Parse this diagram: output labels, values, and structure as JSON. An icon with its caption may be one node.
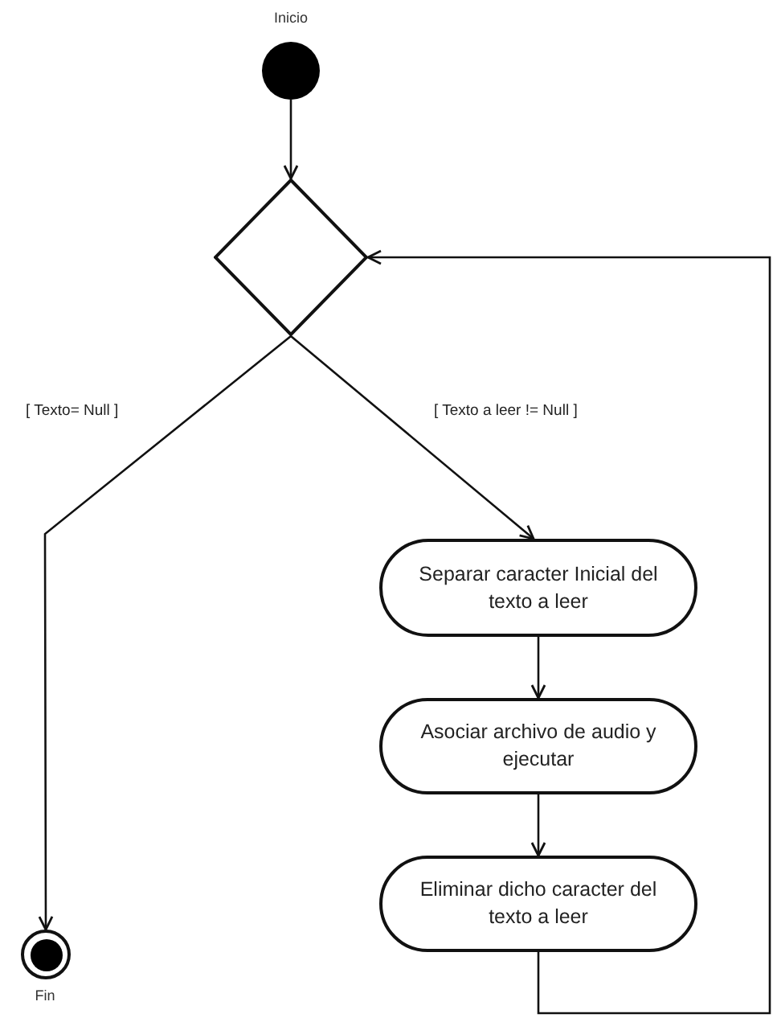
{
  "diagram": {
    "nodes": [
      {
        "text": [],
        "shape": "circle",
        "beside": [
          "Inicio"
        ]
      },
      {
        "text": [],
        "shape": "diamond"
      },
      {
        "text": [
          "Separar caracter Inicial del texto a leer"
        ]
      },
      {
        "text": [
          "Asociar archivo de audio y ejecutar"
        ]
      },
      {
        "text": [
          "Eliminar dicho caracter del texto a leer"
        ]
      },
      {
        "text": [],
        "shape": "circle",
        "beside": [
          "Fin"
        ]
      }
    ],
    "edges": [
      {
        "from": 0,
        "to": 1,
        "arrow": "to"
      },
      {
        "from": 1,
        "to": 5,
        "arrow": "to",
        "label": "[ Texto= Null ]"
      },
      {
        "from": 1,
        "to": 2,
        "arrow": "to",
        "label": "[ Texto a leer != Null ]"
      },
      {
        "from": 2,
        "to": 3,
        "arrow": "to"
      },
      {
        "from": 3,
        "to": 4,
        "arrow": "to"
      },
      {
        "from": 4,
        "to": 1,
        "arrow": "to"
      }
    ]
  }
}
